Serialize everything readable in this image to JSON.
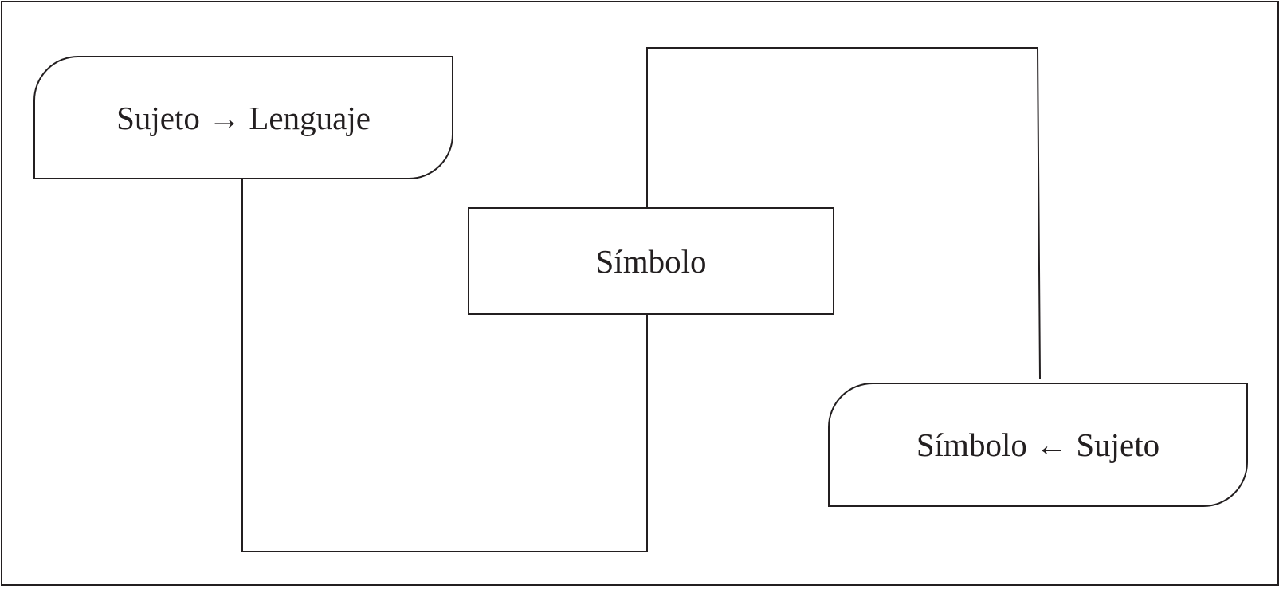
{
  "diagram": {
    "nodes": {
      "subject_to_language": {
        "label": "Sujeto → Lenguaje"
      },
      "symbol": {
        "label": "Símbolo"
      },
      "symbol_from_subject": {
        "label": "Símbolo ← Sujeto"
      }
    },
    "edges": [
      {
        "from": "subject_to_language",
        "to": "symbol"
      },
      {
        "from": "symbol",
        "to": "symbol_from_subject"
      }
    ],
    "colors": {
      "stroke": "#231f20",
      "background": "#ffffff"
    }
  }
}
